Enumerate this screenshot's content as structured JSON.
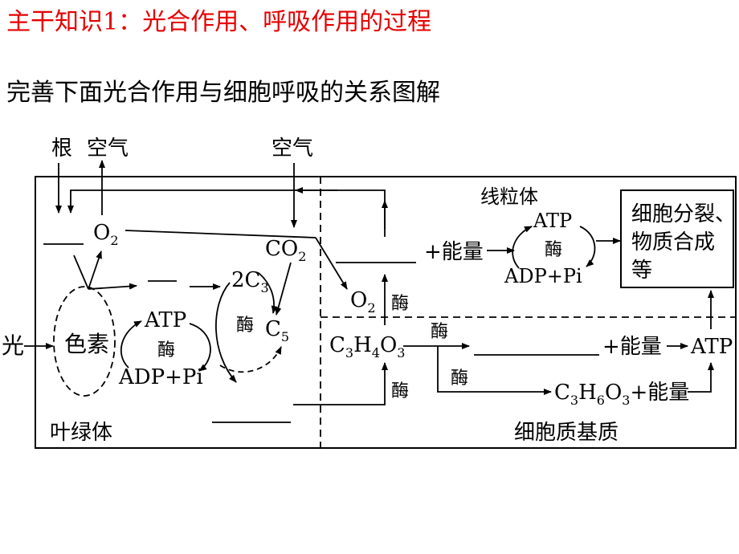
{
  "header": {
    "title": "主干知识1：光合作用、呼吸作用的过程",
    "subtitle": "完善下面光合作用与细胞呼吸的关系图解"
  },
  "colors": {
    "title": "#e60000",
    "text": "#000000"
  },
  "diagram": {
    "labels": {
      "root": "根",
      "air_left": "空气",
      "air_right": "空气",
      "light": "光",
      "pigment": "色素",
      "o2_chloro": "O",
      "co2": "CO",
      "c3": "2C",
      "c5": "C",
      "atp_chloro": "ATP",
      "adp_chloro": "ADP+Pi",
      "enzyme_chloro_1": "酶",
      "enzyme_chloro_2": "酶",
      "chloroplast": "叶绿体",
      "mitochondria": "线粒体",
      "cytoplasm": "细胞质基质",
      "atp_mito": "ATP",
      "adp_mito": "ADP+Pi",
      "enzyme_mito": "酶",
      "energy_1": "+能量",
      "energy_2": "+能量",
      "atp_cyto": "ATP",
      "o2_mito": "O",
      "enzyme_o2": "酶",
      "pyruvate": "C",
      "enzyme_pyruvate_1": "酶",
      "enzyme_pyruvate_2": "酶",
      "enzyme_lactate": "酶",
      "lactate": "C",
      "lactate_energy": "+能量",
      "uses_line1": "细胞分裂、",
      "uses_line2": "物质合成",
      "uses_line3": "等"
    }
  }
}
